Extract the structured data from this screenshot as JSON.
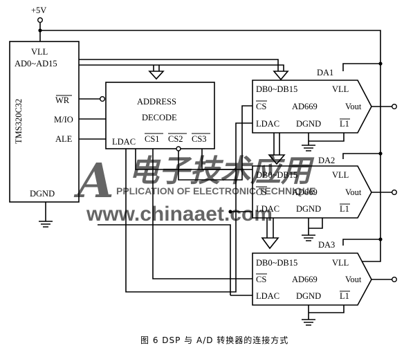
{
  "power": {
    "label": "+5V"
  },
  "dsp": {
    "name": "TMS320C32",
    "pins": {
      "vll": "VLL",
      "addr": "AD0~AD15",
      "wr": "WR",
      "mio": "M/IO",
      "ale": "ALE",
      "dgnd": "DGND"
    }
  },
  "decoder": {
    "line1": "ADDRESS",
    "line2": "DECODE",
    "pins": {
      "ldac": "LDAC",
      "cs1": "CS1",
      "cs2": "CS2",
      "cs3": "CS3"
    }
  },
  "converters": [
    {
      "label": "DA1",
      "bus": "DB0~DB15",
      "vll": "VLL",
      "cs": "CS",
      "part": "AD669",
      "vout": "Vout",
      "ldac": "LDAC",
      "dgnd": "DGND",
      "l1": "L1"
    },
    {
      "label": "DA2",
      "bus": "DB0~DB15",
      "vll": "VLL",
      "cs": "CS",
      "part": "AD669",
      "vout": "Vout",
      "ldac": "LDAC",
      "dgnd": "DGND",
      "l1": "L1"
    },
    {
      "label": "DA3",
      "bus": "DB0~DB15",
      "vll": "VLL",
      "cs": "CS",
      "part": "AD669",
      "vout": "Vout",
      "ldac": "LDAC",
      "dgnd": "DGND",
      "l1": "L1"
    }
  ],
  "watermark": {
    "script": "电子技术应用",
    "subtitle": "PPLICATION OF ELECTRONIC TECHNIQUE",
    "url": "www.chinaaet.com"
  },
  "caption": "图 6 DSP 与 A/D 转换器的连接方式",
  "colors": {
    "line": "#000000",
    "watermark": "#e06b6b",
    "background": "#ffffff"
  }
}
